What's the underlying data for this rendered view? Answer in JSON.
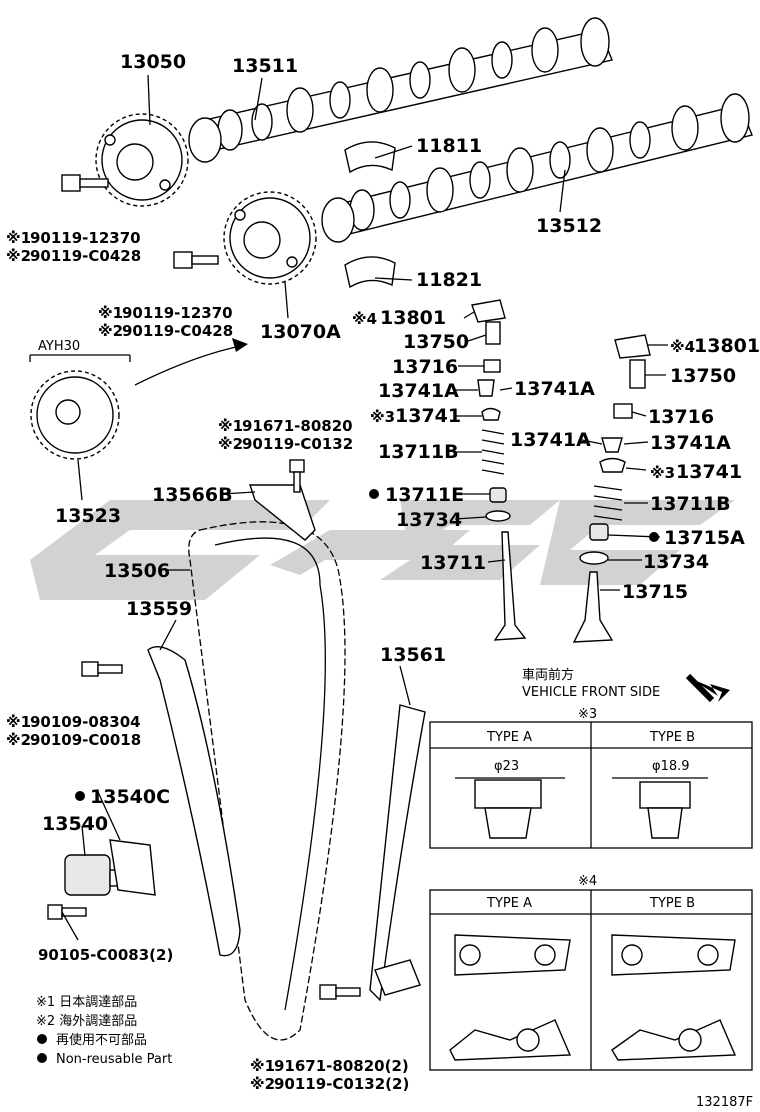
{
  "parts": {
    "p13050": "13050",
    "p13511": "13511",
    "p11811": "11811",
    "p13512": "13512",
    "p11821": "11821",
    "p13070A": "13070A",
    "bolt1_a": "90119-12370",
    "bolt1_b": "90119-C0428",
    "bolt2_a": "90119-12370",
    "bolt2_b": "90119-C0428",
    "ayh30": "AYH30",
    "p13523": "13523",
    "p13801_l": "13801",
    "p13750_l": "13750",
    "p13716_l": "13716",
    "p13741A_l1": "13741A",
    "p13741A_l2": "13741A",
    "p13741_l": "13741",
    "p13711B_l": "13711B",
    "p13711E": "13711E",
    "p13734_l": "13734",
    "p13711": "13711",
    "p13801_r": "13801",
    "p13750_r": "13750",
    "p13716_r": "13716",
    "p13741A_r1": "13741A",
    "p13741A_r2": "13741A",
    "p13741_r": "13741",
    "p13711B_r": "13711B",
    "p13715A": "13715A",
    "p13734_r": "13734",
    "p13715": "13715",
    "guide_a": "91671-80820",
    "guide_b": "90119-C0132",
    "p13566B": "13566B",
    "p13506": "13506",
    "p13559": "13559",
    "tens_bolt_a": "90109-08304",
    "tens_bolt_b": "90109-C0018",
    "p13540C": "13540C",
    "p13540": "13540",
    "p90105": "90105-C0083(2)",
    "p13561": "13561",
    "bot_a": "91671-80820(2)",
    "bot_b": "90119-C0132(2)",
    "front_jp": "車両前方",
    "front_en": "VEHICLE FRONT SIDE",
    "note3_mark": "※3",
    "note4_mark": "※4",
    "type_a": "TYPE A",
    "type_b": "TYPE B",
    "dim_a": "φ23",
    "dim_b": "φ18.9",
    "m1": "※1",
    "m2": "※2",
    "m3": "※3",
    "m4": "※4",
    "legend1": "※1 日本調達部品",
    "legend2": "※2 海外調達部品",
    "legend3": "再使用不可部品",
    "legend4": "Non-reusable Part",
    "code": "132187F"
  }
}
